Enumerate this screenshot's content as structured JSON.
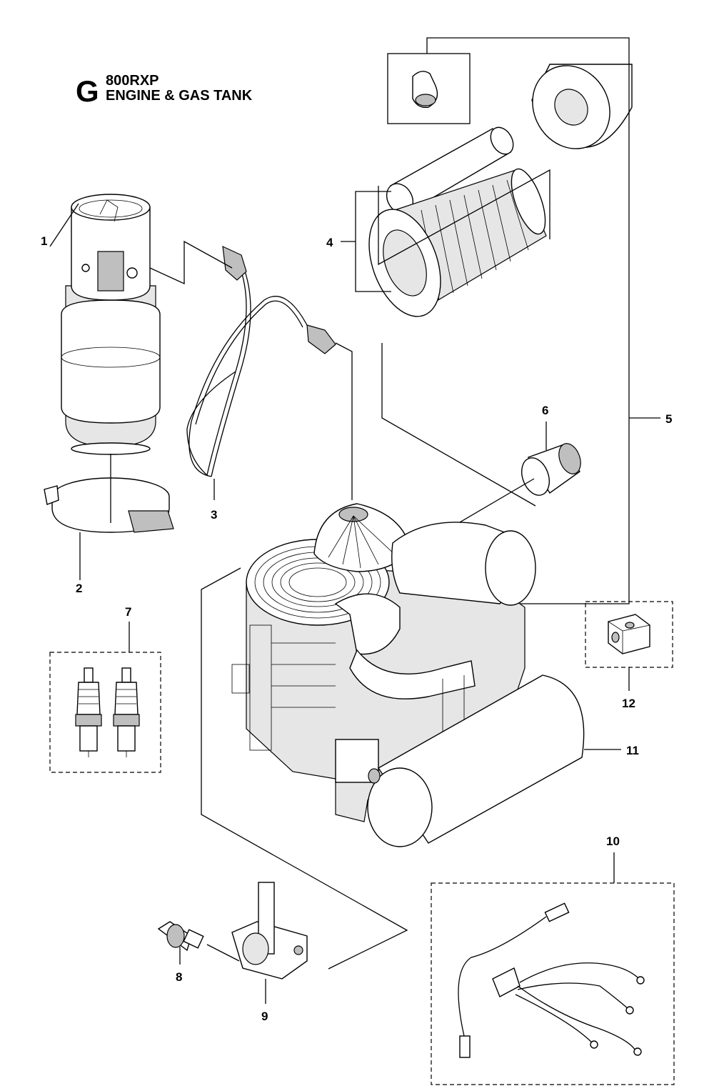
{
  "header": {
    "section_letter": "G",
    "model": "800RXP",
    "title": "ENGINE & GAS TANK"
  },
  "callouts": [
    "1",
    "2",
    "3",
    "4",
    "5",
    "6",
    "7",
    "8",
    "9",
    "10",
    "11",
    "12"
  ]
}
